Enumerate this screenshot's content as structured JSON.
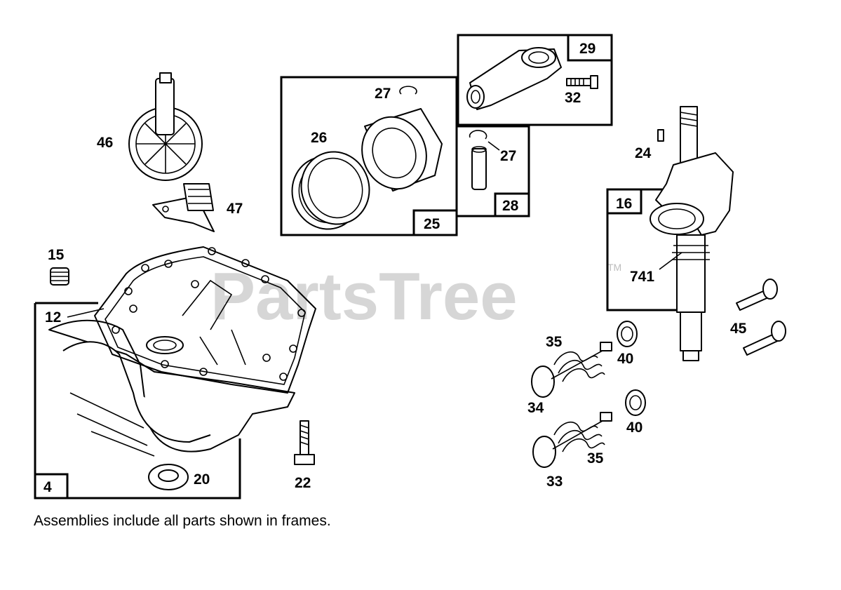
{
  "watermark": {
    "text": "PartsTree",
    "tm": "TM"
  },
  "labels": {
    "p4": "4",
    "p12": "12",
    "p15": "15",
    "p16": "16",
    "p20": "20",
    "p22": "22",
    "p24": "24",
    "p25": "25",
    "p26": "26",
    "p27a": "27",
    "p27b": "27",
    "p28": "28",
    "p29": "29",
    "p32": "32",
    "p33": "33",
    "p34": "34",
    "p35a": "35",
    "p35b": "35",
    "p40a": "40",
    "p40b": "40",
    "p45": "45",
    "p46": "46",
    "p47": "47",
    "p741": "741"
  },
  "note": "Assemblies include all parts shown in frames."
}
